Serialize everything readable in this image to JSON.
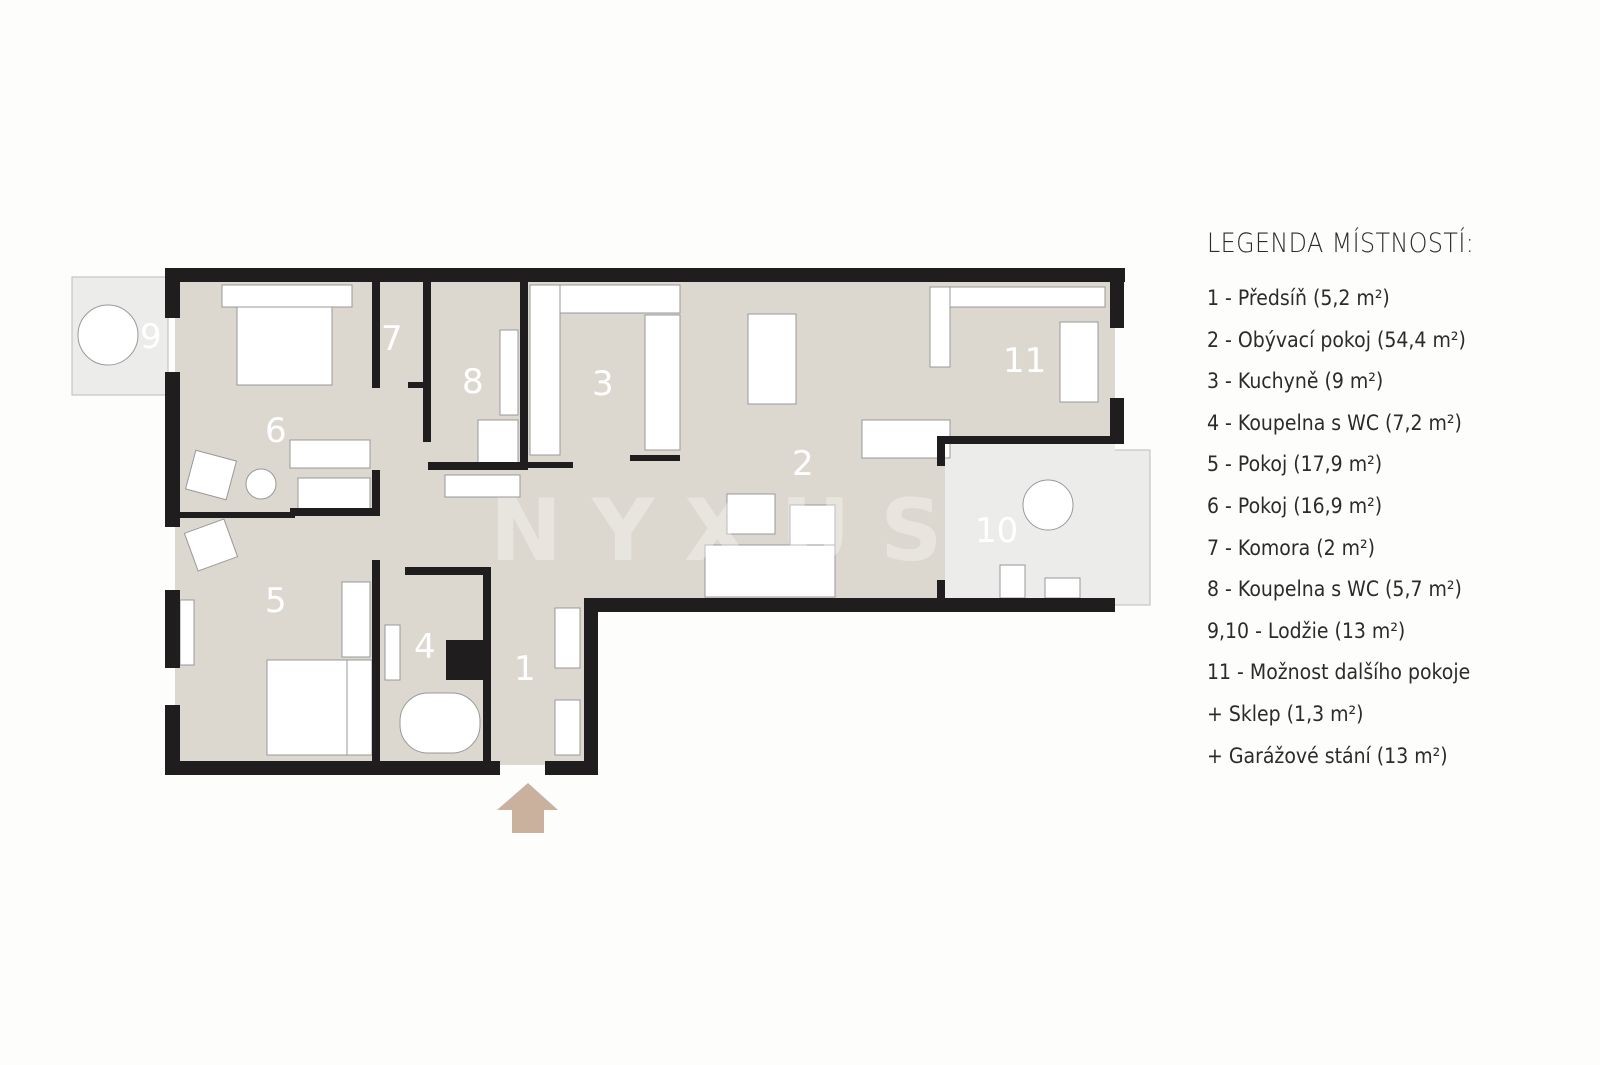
{
  "legend": {
    "title": "LEGENDA MÍSTNOSTÍ:",
    "items": [
      "1 - Předsíň (5,2 m²)",
      "2 - Obývací pokoj (54,4 m²)",
      "3 - Kuchyně (9 m²)",
      "4 - Koupelna s WC (7,2 m²)",
      "5 - Pokoj (17,9 m²)",
      "6 - Pokoj (16,9 m²)",
      "7 - Komora (2 m²)",
      "8 - Koupelna s WC (5,7 m²)",
      "9,10 - Lodžie (13 m²)",
      "11 - Možnost dalšího pokoje",
      "+ Sklep (1,3 m²)",
      "+ Garážové stání (13 m²)"
    ]
  },
  "rooms": {
    "r1": "1",
    "r2": "2",
    "r3": "3",
    "r4": "4",
    "r5": "5",
    "r6": "6",
    "r7": "7",
    "r8": "8",
    "r9": "9",
    "r10": "10",
    "r11": "11"
  },
  "watermark": "NYXUS",
  "colors": {
    "wall": "#1f1d1e",
    "floor": "#dcd8cf",
    "loggia": "#ececea",
    "arrow": "#c9b19e"
  }
}
